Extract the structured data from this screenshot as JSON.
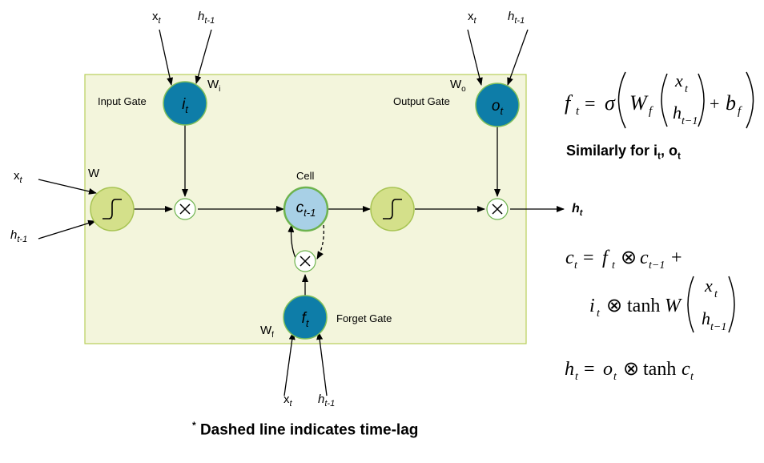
{
  "labels": {
    "input_gate": "Input Gate",
    "output_gate": "Output Gate",
    "forget_gate": "Forget Gate",
    "cell": "Cell",
    "w": "W",
    "wi": "W",
    "wi_sub": "i",
    "wo": "W",
    "wo_sub": "o",
    "wf": "W",
    "wf_sub": "f"
  },
  "nodes": {
    "input_gate": {
      "symbol": "i",
      "sub": "t"
    },
    "output_gate": {
      "symbol": "o",
      "sub": "t"
    },
    "forget_gate": {
      "symbol": "f",
      "sub": "t"
    },
    "cell": {
      "symbol": "c",
      "sub": "t-1"
    }
  },
  "inputs": {
    "x": "x",
    "x_sub": "t",
    "h": "h",
    "h_sub": "t-1"
  },
  "output": {
    "h": "h",
    "h_sub": "t"
  },
  "equations": {
    "similarly": "Similarly for i",
    "similarly_sub1": "t",
    "similarly_sep": ", o",
    "similarly_sub2": "t"
  },
  "caption": {
    "star": "*",
    "text": " Dashed line indicates time-lag"
  },
  "colors": {
    "box_fill": "#f3f5dc",
    "box_border": "#b8cf5a",
    "gate_fill": "#0e7da8",
    "gate_border": "#7fbf5a",
    "cell_fill": "#a8d0e6",
    "cell_border": "#7fbf5a",
    "squash_fill": "#d4e08a",
    "squash_border": "#a8c454"
  }
}
